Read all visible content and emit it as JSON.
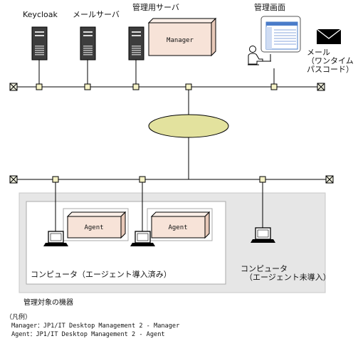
{
  "top_nodes": {
    "keycloak": "Keycloak",
    "mail_server": "メールサーバ",
    "management_server": "管理用サーバ",
    "management_screen": "管理画面"
  },
  "mail_label": [
    "メール",
    "（ワンタイム",
    "パスコード）"
  ],
  "manager_box": "Manager",
  "agent_box_1": "Agent",
  "agent_box_2": "Agent",
  "computer_installed": "コンピュータ（エージェント導入済み）",
  "computer_not_installed": [
    "コンピュータ",
    "（エージェント未導入）"
  ],
  "managed_devices": "管理対象の機器",
  "legend": {
    "heading": "（凡例）",
    "manager_line": "Manager：JP1/IT Desktop Management 2 - Manager",
    "agent_line": "Agent：JP1/IT Desktop Management 2 - Agent"
  },
  "colors": {
    "server_body": "#3d3d3d",
    "manager_box": "#f7e3d8",
    "agent_box": "#f7e3d8",
    "network_ellipse": "#e3e29e",
    "connector_node": "#f4f1c5",
    "gray_panel": "#e6e6e6",
    "screen_panel": "#4a7cc9"
  },
  "icons": [
    "server-icon",
    "computer-icon",
    "laptop-icon",
    "user-icon",
    "mail-icon",
    "terminator-icon"
  ]
}
